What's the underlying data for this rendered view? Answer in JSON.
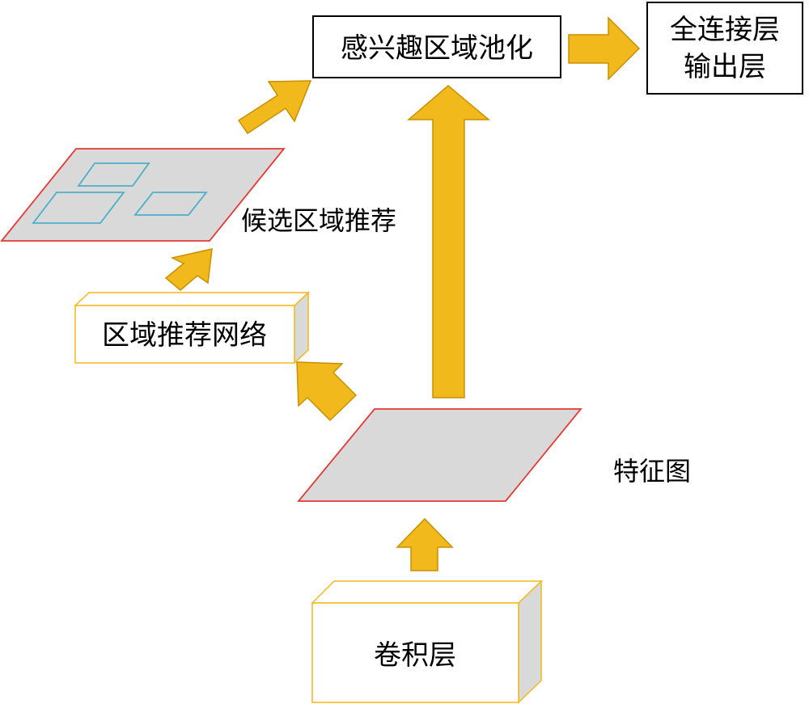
{
  "nodes": {
    "roi_pooling": "感兴趣区域池化",
    "output_line1": "全连接层",
    "output_line2": "输出层",
    "proposals": "候选区域推荐",
    "rpn": "区域推荐网络",
    "feature_map": "特征图",
    "conv": "卷积层"
  },
  "colors": {
    "arrow": "#f2b91c",
    "arrow_stroke": "#c98f00",
    "box_border": "#000000",
    "box3d_border": "#f2b91c",
    "box3d_side": "#d9d9d9",
    "plane_fill": "#d9d9d9",
    "plane_border": "#e53935",
    "proposal_border": "#4ab0c8"
  }
}
